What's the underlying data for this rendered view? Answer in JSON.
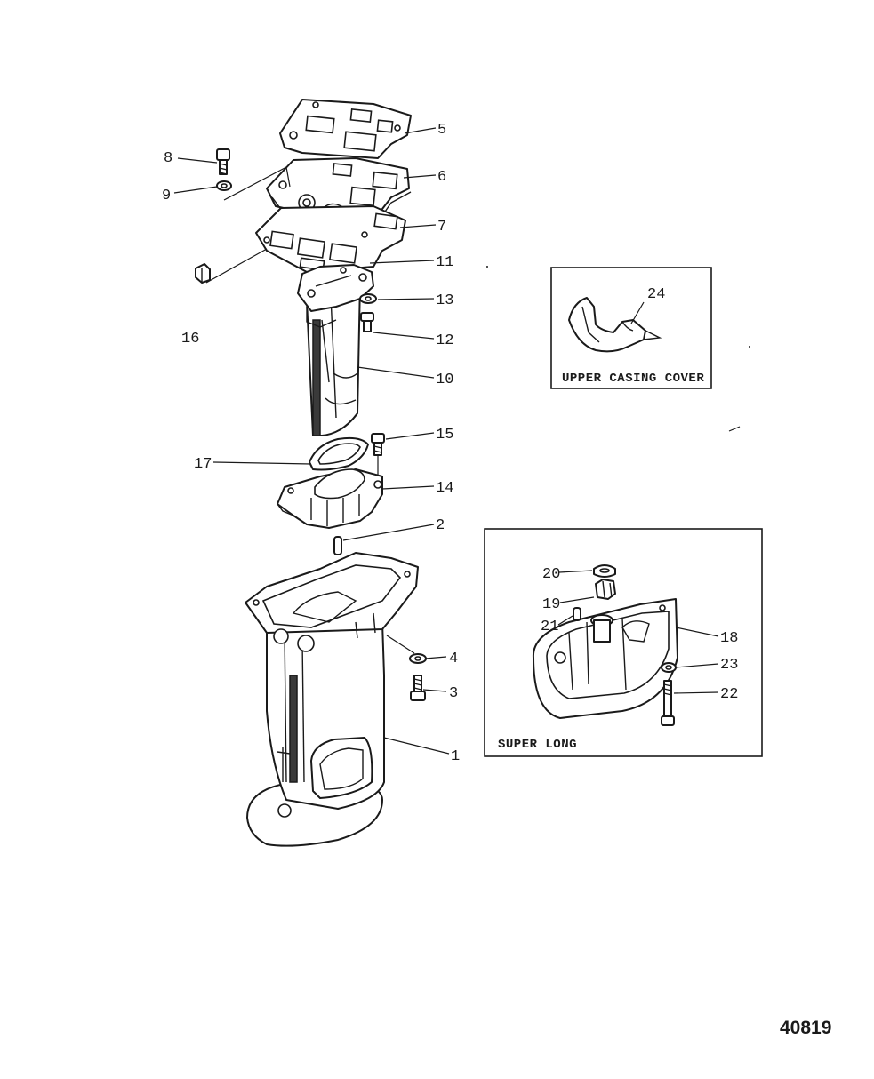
{
  "drawing_number": "40819",
  "inset_upper": {
    "caption": "UPPER CASING COVER"
  },
  "inset_super_long": {
    "caption": "SUPER LONG"
  },
  "callouts": [
    "1",
    "2",
    "3",
    "4",
    "5",
    "6",
    "7",
    "8",
    "9",
    "10",
    "11",
    "12",
    "13",
    "14",
    "15",
    "16",
    "17",
    "18",
    "19",
    "20",
    "21",
    "22",
    "23",
    "24"
  ]
}
